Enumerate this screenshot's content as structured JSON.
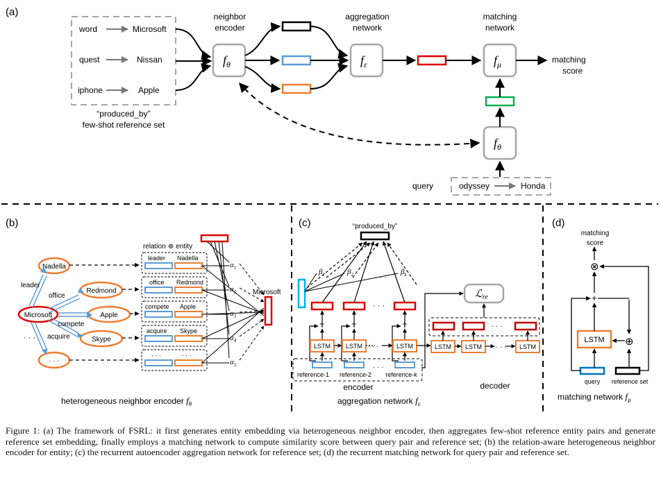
{
  "panel_a": {
    "label": "(a)",
    "pairs": [
      {
        "head": "word",
        "tail": "Microsoft"
      },
      {
        "head": "quest",
        "tail": "Nissan"
      },
      {
        "head": "iphone",
        "tail": "Apple"
      }
    ],
    "reference_set_caption_1": "“produced_by”",
    "reference_set_caption_2": "few-shot reference set",
    "neighbor_encoder_1": "neighbor",
    "neighbor_encoder_2": "encoder",
    "aggregation_network_1": "aggregation",
    "aggregation_network_2": "network",
    "matching_network_1": "matching",
    "matching_network_2": "network",
    "output_1": "matching",
    "output_2": "score",
    "query_label": "query",
    "query_pair": {
      "head": "odyssey",
      "tail": "Honda"
    },
    "f_theta": "f",
    "sub_theta": "θ",
    "sub_epsilon": "ε",
    "sub_mu": "μ",
    "colors": {
      "black": "#000000",
      "blue": "#5b9bd5",
      "orange": "#ed7d31",
      "red": "#e00000",
      "green": "#00b050",
      "gray": "#a6a6a6"
    }
  },
  "panel_b": {
    "label": "(b)",
    "header_1": "relation",
    "header_op": "⊕",
    "header_2": "entity",
    "center_entity": "Microsoft",
    "neighbors": [
      "Nadella",
      "Redmond",
      "Apple",
      "Skype",
      "· · ·"
    ],
    "edge_labels": [
      "leader",
      "office",
      "compete",
      "acquire"
    ],
    "edge_dots": "· · ·",
    "pairs": [
      {
        "relation": "leader",
        "entity": "Nadella"
      },
      {
        "relation": "office",
        "entity": "Redmond"
      },
      {
        "relation": "compete",
        "entity": "Apple"
      },
      {
        "relation": "acquire",
        "entity": "Skype"
      },
      {
        "relation": "· · ·",
        "entity": "· · ·"
      }
    ],
    "alphas": [
      "1",
      "2",
      "3",
      "4",
      "5"
    ],
    "alpha_symbol": "α",
    "output_entity": "Microsoft",
    "caption": "heterogeneous  neighbor encoder ",
    "caption_f": "f",
    "caption_sub": "θ"
  },
  "panel_c": {
    "label": "(c)",
    "top_label": "“produced_by”",
    "betas": [
      "1",
      "2",
      "k"
    ],
    "beta_symbol": "β",
    "loss": "ℒ",
    "loss_sub": "re",
    "lstm": "LSTM",
    "plus": "+",
    "dots": "· · ·",
    "references": [
      "reference-1",
      "reference-2",
      "reference-k"
    ],
    "encoder": "encoder",
    "decoder": "decoder",
    "caption": "aggregation network ",
    "caption_f": "f",
    "caption_sub": "ε"
  },
  "panel_d": {
    "label": "(d)",
    "top_1": "matching",
    "top_2": "score",
    "otimes": "⊗",
    "oplus": "⊕",
    "plus": "+",
    "lstm": "LSTM",
    "query": "query",
    "reference_set": "reference  set",
    "caption": "matching network ",
    "caption_f": "f",
    "caption_sub": "μ"
  },
  "caption": "Figure 1: (a) The framework of FSRL: it first generates entity embedding via heterogeneous neighbor encoder, then aggregates few-shot reference entity pairs and generate reference set embedding, finally employs a matching network to compute similarity score between query pair and reference set; (b) the relation-aware heterogeneous neighbor encoder for entity; (c) the recurrent autoencoder aggregation network for reference set; (d) the recurrent matching network for query pair and reference set."
}
